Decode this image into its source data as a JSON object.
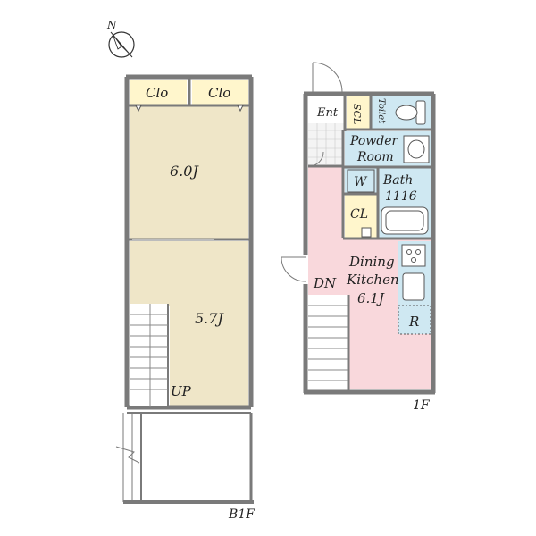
{
  "compass": {
    "letter": "N"
  },
  "b1f": {
    "floor_label": "B1F",
    "closet_left": "Clo",
    "closet_right": "Clo",
    "room_upper": "6.0J",
    "room_lower": "5.7J",
    "stairs": "UP"
  },
  "f1": {
    "floor_label": "1F",
    "entrance": "Ent",
    "scl": "SCL",
    "toilet": "Toilet",
    "powder_line1": "Powder",
    "powder_line2": "Room",
    "washer": "W",
    "bath_line1": "Bath",
    "bath_line2": "1116",
    "closet": "CL",
    "stairs": "DN",
    "dk_line1": "Dining",
    "dk_line2": "Kitchen",
    "dk_line3": "6.1J",
    "fridge": "R"
  },
  "colors": {
    "wall": "#7a7a7a",
    "room_beige": "#efe6c8",
    "closet_yellow": "#fff6cc",
    "wet_blue": "#cfe8f2",
    "dk_pink": "#f9d8dc"
  }
}
